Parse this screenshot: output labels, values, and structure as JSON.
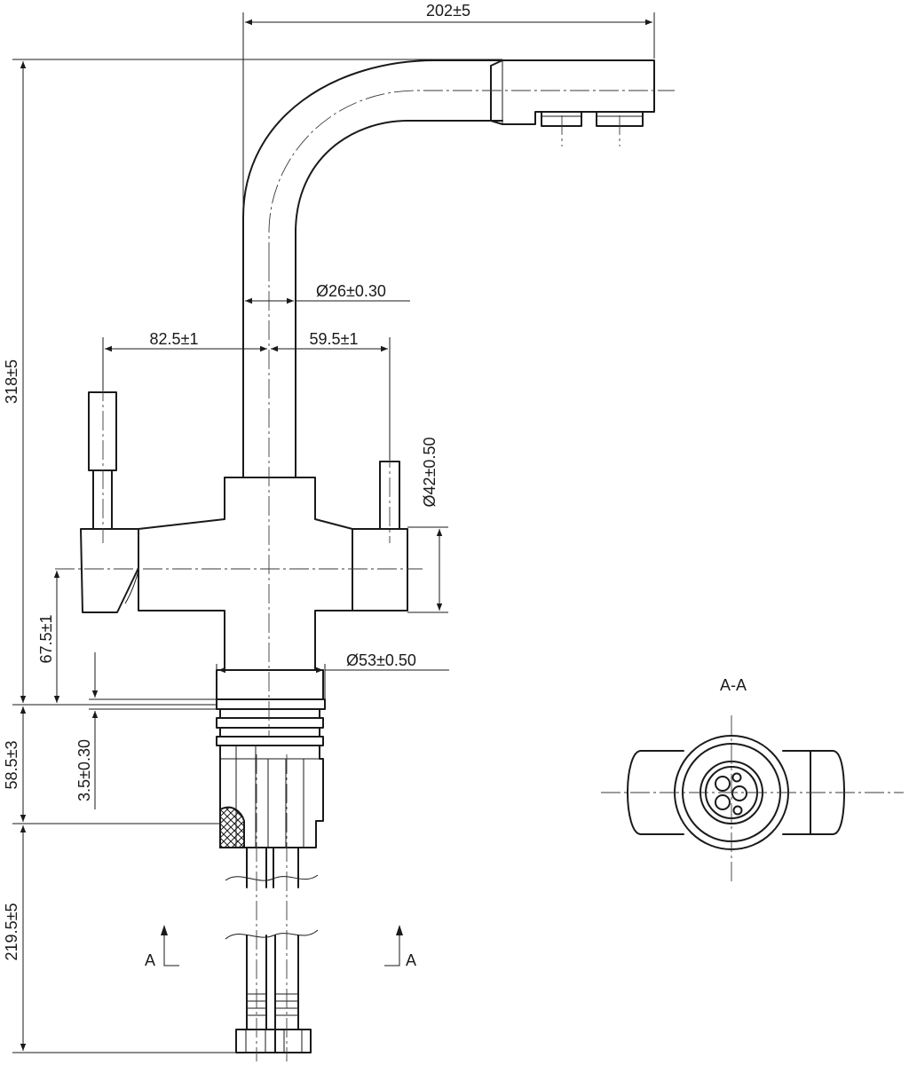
{
  "dimensions": {
    "spout_reach": "202±5",
    "total_height": "318±5",
    "spout_diameter": "Ø26±0.30",
    "left_handle_offset": "82.5±1",
    "right_handle_offset": "59.5±1",
    "body_diameter": "Ø42±0.50",
    "handle_axis_height": "67.5±1",
    "base_diameter": "Ø53±0.50",
    "washer_thickness": "3.5±0.30",
    "shank_length": "58.5±3",
    "hose_length": "219.5±5"
  },
  "section": {
    "title": "A-A",
    "marker_letter": "A"
  }
}
